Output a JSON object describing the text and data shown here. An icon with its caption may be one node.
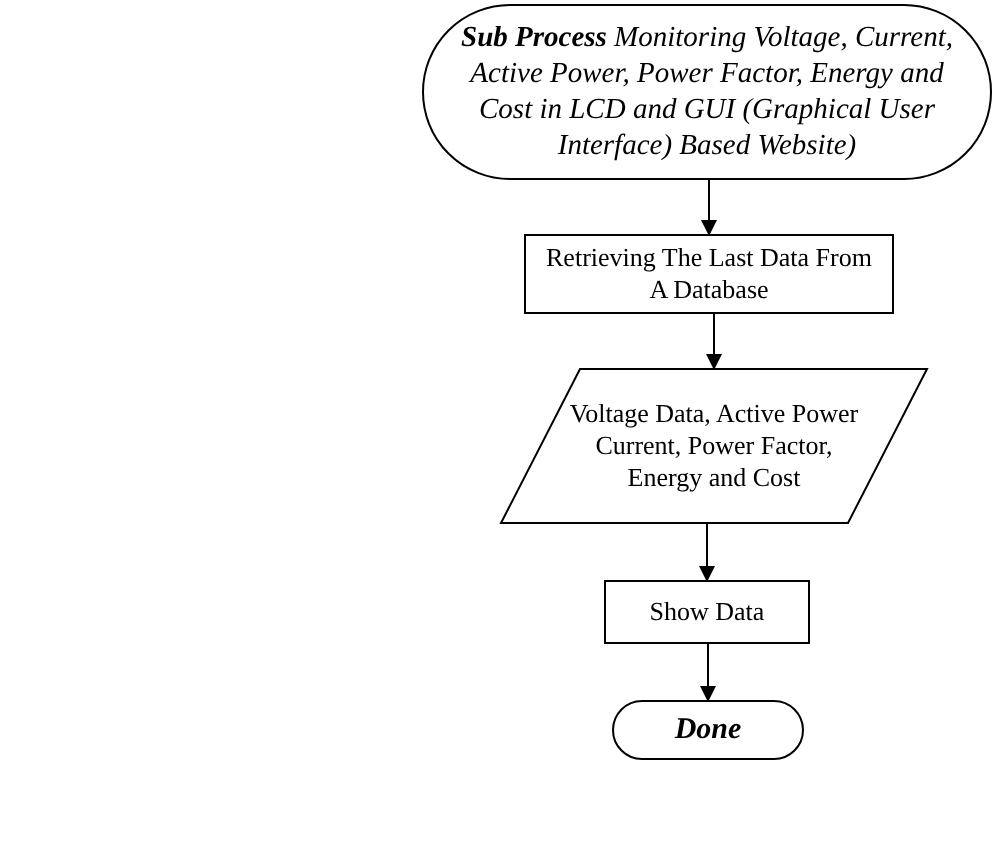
{
  "diagram": {
    "nodes": [
      {
        "text": [
          "**Sub Process** Monitoring Voltage, Current, Active Power, Power Factor, Energy and Cost in LCD and GUI (Graphical User Interface) Based Website)"
        ]
      },
      {
        "text": [
          "Retrieving The Last Data From A Database"
        ]
      },
      {
        "text": [
          "Voltage Data, Active Power Current, Power Factor, Energy and Cost"
        ]
      },
      {
        "text": [
          "Show Data"
        ]
      },
      {
        "text": [
          "Done"
        ]
      }
    ],
    "edges": [
      {
        "from": 0,
        "to": 1,
        "arrow": "to"
      },
      {
        "from": 1,
        "to": 2,
        "arrow": "to"
      },
      {
        "from": 2,
        "to": 3,
        "arrow": "to"
      },
      {
        "from": 3,
        "to": 4,
        "arrow": "to"
      }
    ]
  }
}
